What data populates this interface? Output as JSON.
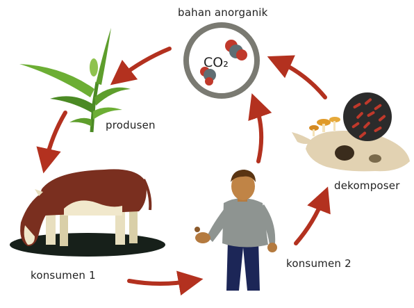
{
  "diagram": {
    "nodes": {
      "inorganic": {
        "label": "bahan anorganik",
        "formula": "CO₂"
      },
      "producer": {
        "label": "produsen",
        "icon": "corn-plant-icon"
      },
      "consumer1": {
        "label": "konsumen 1",
        "icon": "cow-icon"
      },
      "consumer2": {
        "label": "konsumen 2",
        "icon": "man-icon"
      },
      "decomposer": {
        "label": "dekomposer",
        "icon": "skull-mushroom-icon"
      }
    },
    "colors": {
      "arrow": "#b3311f",
      "ring": "#7a7a72",
      "plant": "#5e9e2c",
      "cow_body": "#7a2f1f",
      "shirt": "#8e9491",
      "pants": "#1c2657",
      "bacteria": "#c0392b"
    }
  }
}
